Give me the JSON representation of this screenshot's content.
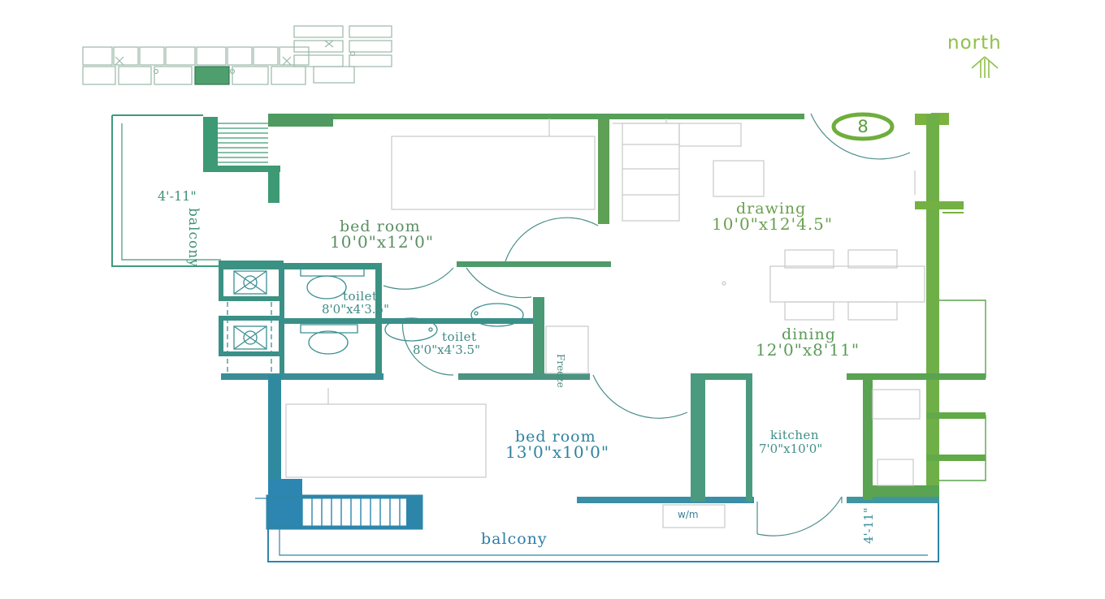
{
  "colors": {
    "wall_top": "#5ea055",
    "wall_right": "#7ab33e",
    "wall_left": "#2e8a8e",
    "wall_bottom": "#2d87b0",
    "north": "#8fc04a",
    "furniture": "#c9c9c9"
  },
  "north": {
    "label": "north",
    "icon": "north-arrow-icon"
  },
  "unit_number": "8",
  "rooms": {
    "bed_room_1": {
      "name": "bed room",
      "size": "10'0\"x12'0\""
    },
    "drawing": {
      "name": "drawing",
      "size": "10'0\"x12'4.5\""
    },
    "toilet_1": {
      "name": "toilet",
      "size": "8'0\"x4'3.5\""
    },
    "toilet_2": {
      "name": "toilet",
      "size": "8'0\"x4'3.5\""
    },
    "dining": {
      "name": "dining",
      "size": "12'0\"x8'11\""
    },
    "bed_room_2": {
      "name": "bed room",
      "size": "13'0\"x10'0\""
    },
    "kitchen": {
      "name": "kitchen",
      "size": "7'0\"x10'0\""
    },
    "balcony_left": {
      "name": "balcony",
      "size": "4'-11\""
    },
    "balcony_bottom": {
      "name": "balcony",
      "size": "4'-11\""
    }
  },
  "fixtures": {
    "freeze": "Freeze",
    "washing_machine": "w/m"
  }
}
